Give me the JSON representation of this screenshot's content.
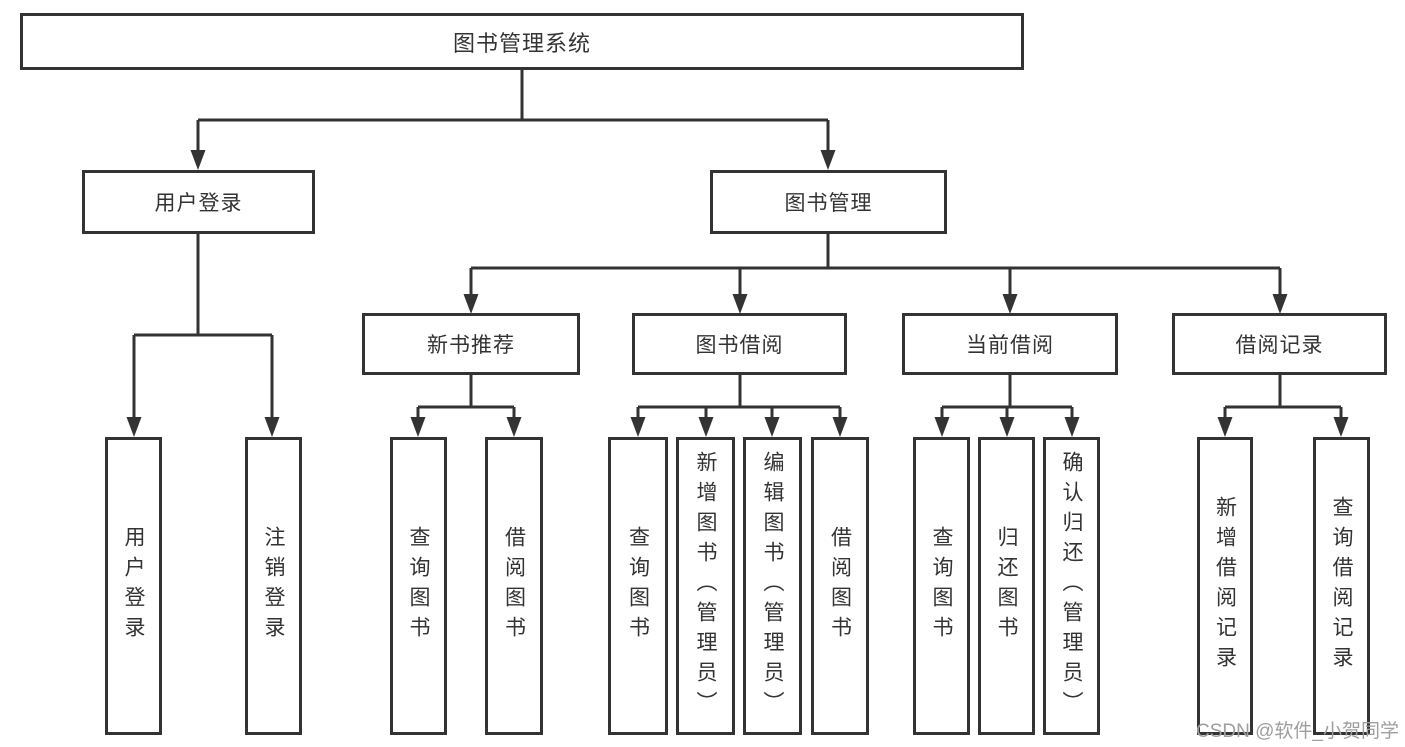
{
  "colors": {
    "line": "#333333",
    "text": "#333333",
    "box_fill": "#ffffff",
    "background": "#ffffff",
    "watermark": "#9e9e9e"
  },
  "tree": {
    "root_label": "图书管理系统",
    "level2": [
      {
        "label": "用户登录",
        "leaves": [
          "用户登录",
          "注销登录"
        ]
      },
      {
        "label": "图书管理",
        "groups": [
          {
            "label": "新书推荐",
            "leaves": [
              "查询图书",
              "借阅图书"
            ]
          },
          {
            "label": "图书借阅",
            "leaves": [
              "查询图书",
              "新增图书（管理员）",
              "编辑图书（管理员）",
              "借阅图书"
            ]
          },
          {
            "label": "当前借阅",
            "leaves": [
              "查询图书",
              "归还图书",
              "确认归还（管理员）"
            ]
          },
          {
            "label": "借阅记录",
            "leaves": [
              "新增借阅记录",
              "查询借阅记录"
            ]
          }
        ]
      }
    ]
  },
  "watermark": {
    "text": "CSDN @软件_小贺同学"
  }
}
